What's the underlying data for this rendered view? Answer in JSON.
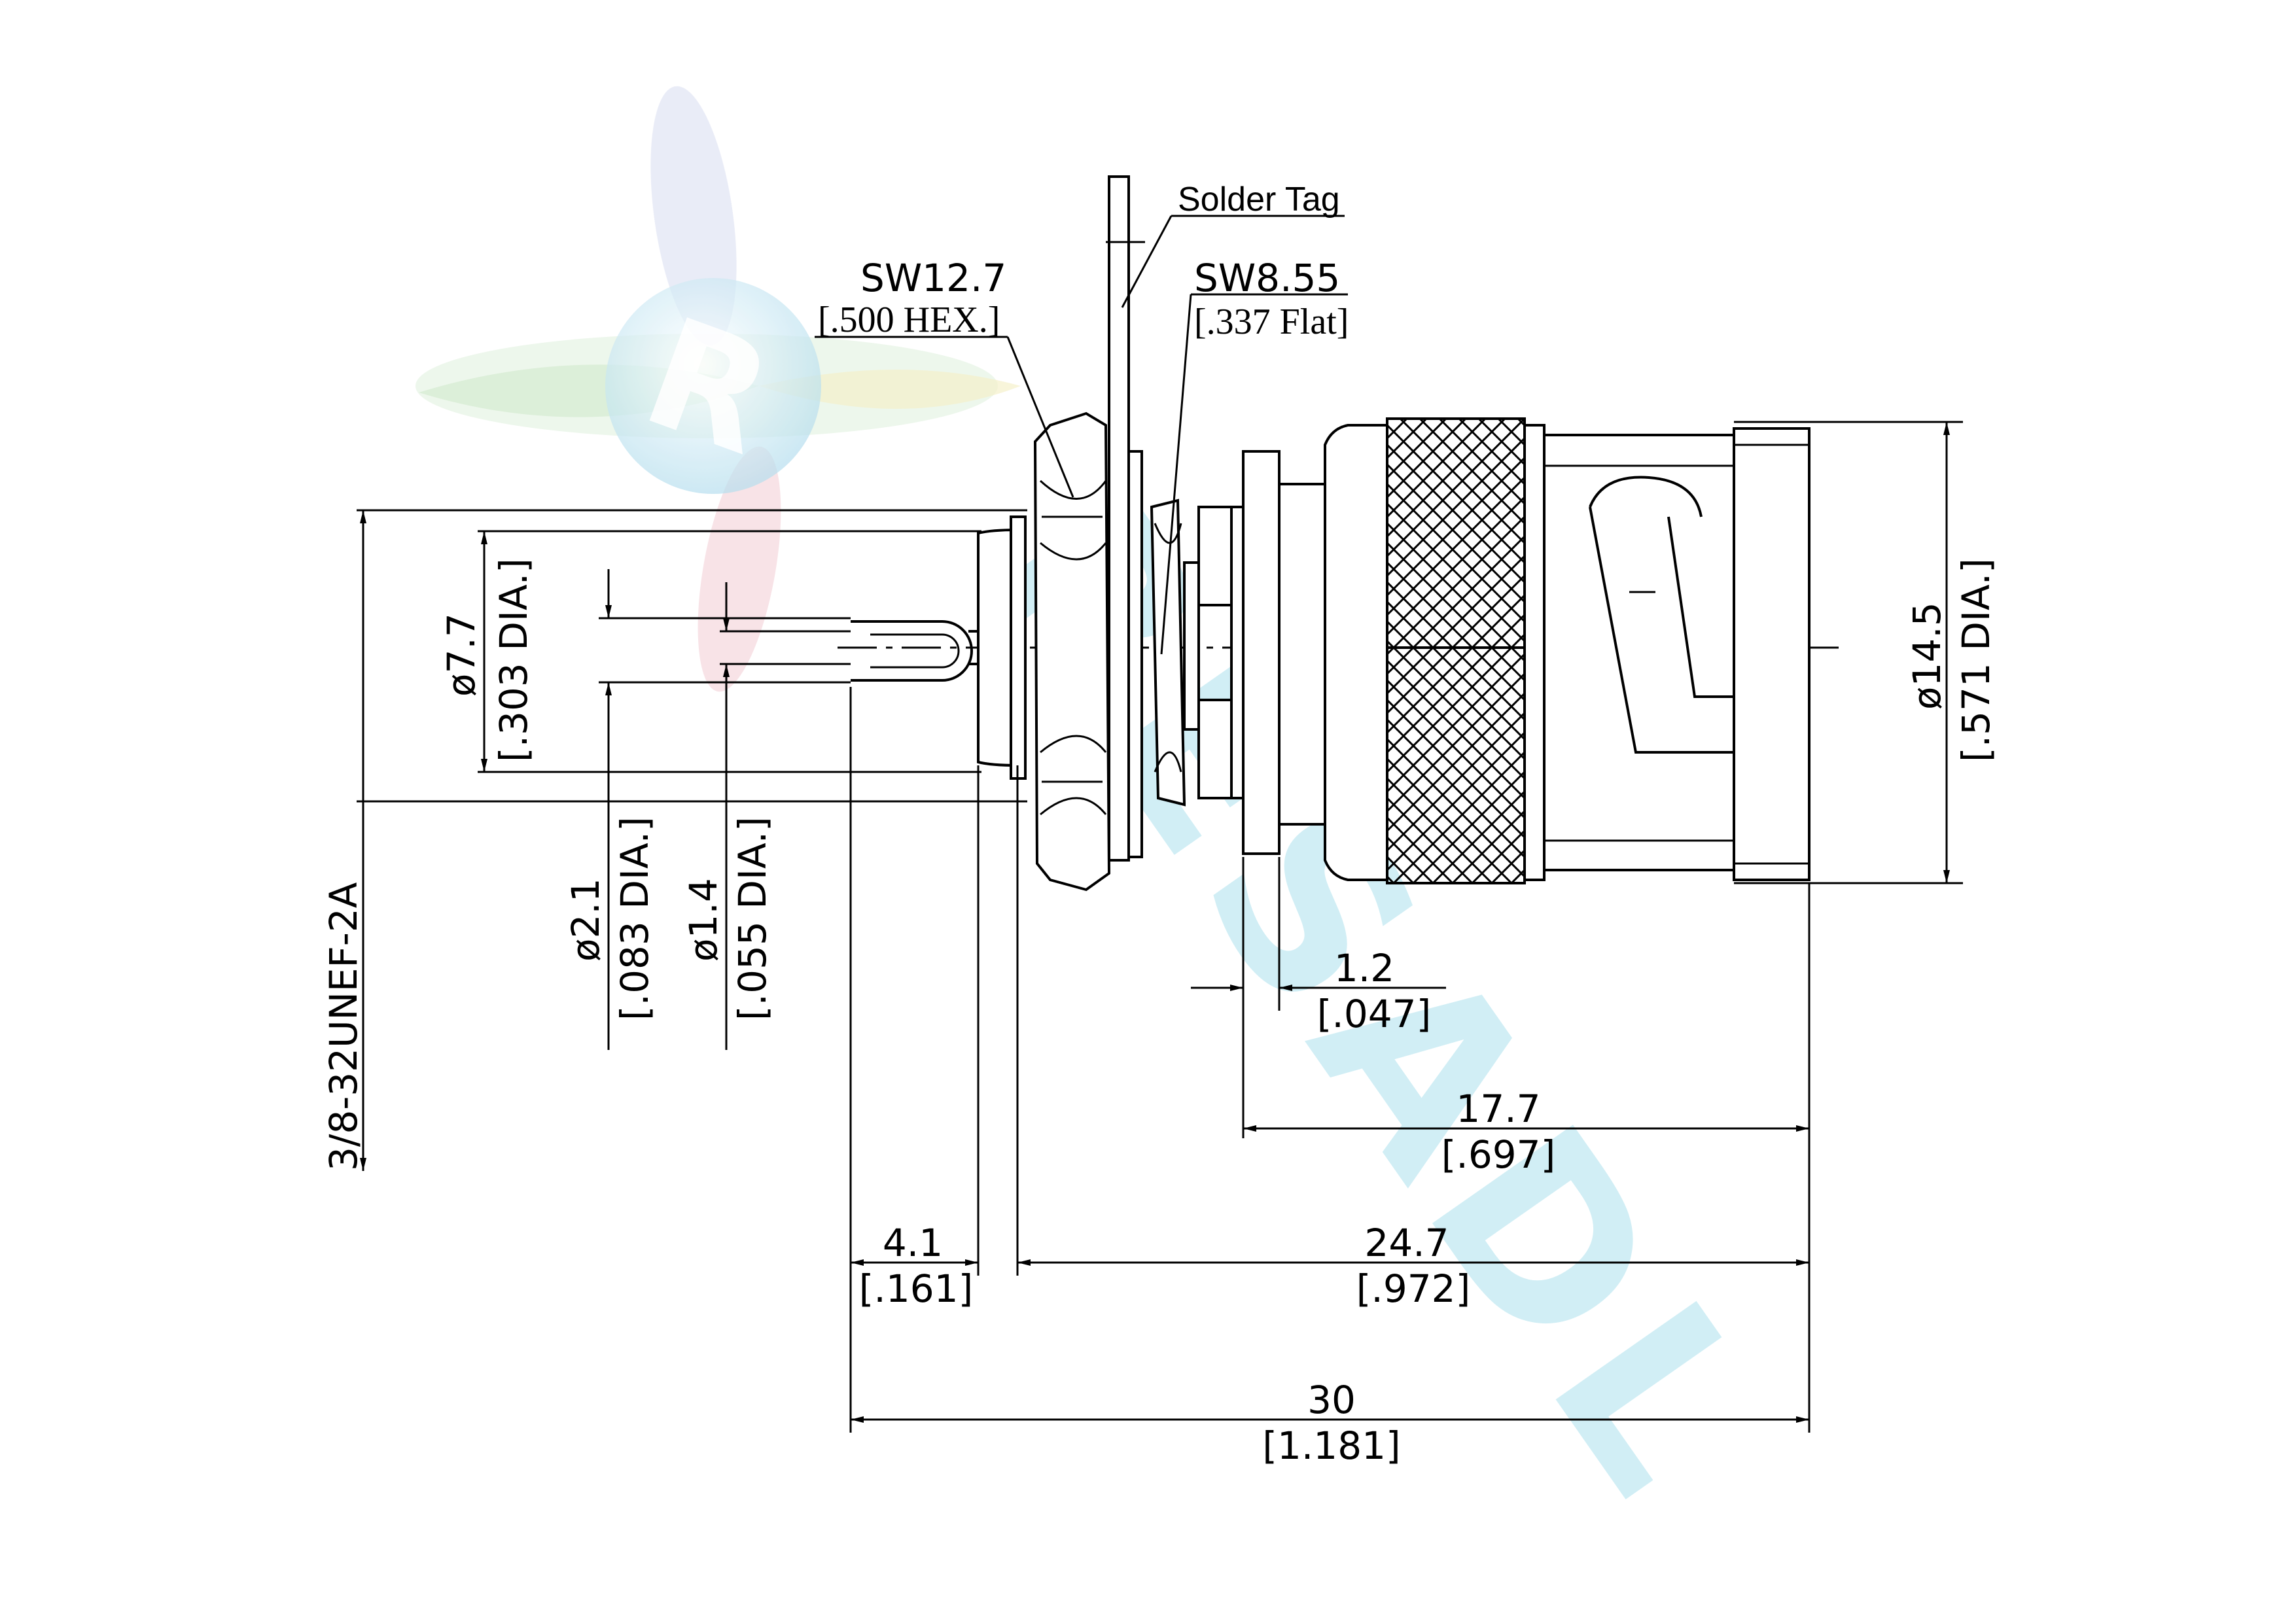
{
  "labels": {
    "solder_tag": "Solder Tag",
    "hex_large": "SW12.7",
    "hex_large_in": "[.500 HEX.]",
    "hex_small": "SW8.55",
    "hex_small_in": "[.337 Flat]",
    "thread": "3/8-32UNEF-2A"
  },
  "dimensions": {
    "d77": "ø7.7",
    "d77_in": "[.303 DIA.]",
    "d21": "ø2.1",
    "d21_in": "[.083 DIA.]",
    "d14": "ø1.4",
    "d14_in": "[.055 DIA.]",
    "d145": "ø14.5",
    "d145_in": "[.571 DIA.]",
    "t12": "1.2",
    "t12_in": "[.047]",
    "l177": "17.7",
    "l177_in": "[.697]",
    "l41": "4.1",
    "l41_in": "[.161]",
    "l247": "24.7",
    "l247_in": "[.972]",
    "l30": "30",
    "l30_in": "[1.181]"
  },
  "watermark": {
    "logo_letter": "R",
    "text": "RESADL",
    "colors": [
      "#e6b3bd",
      "#bfe0ea",
      "#f2f0c0",
      "#cfd6ec",
      "#b9e6f0",
      "#8fd9ea"
    ]
  }
}
